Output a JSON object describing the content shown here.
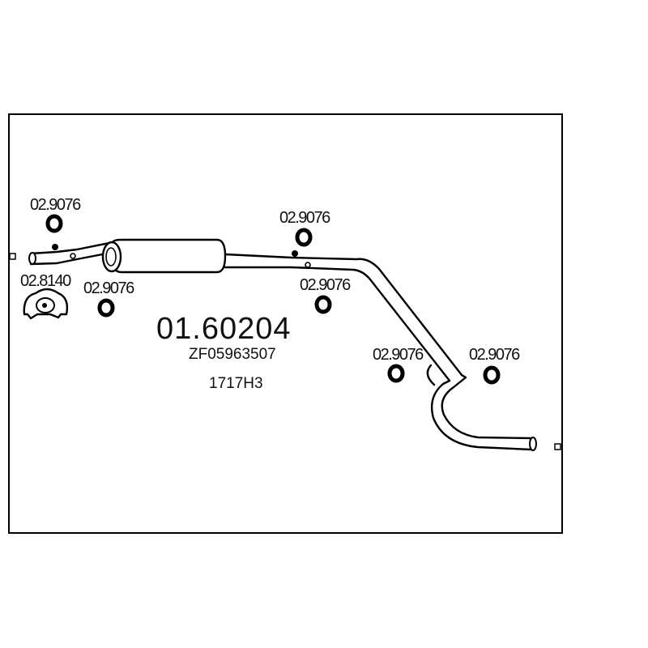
{
  "main_part_number": "01.60204",
  "oem_number": "ZF05963507",
  "alt_number": "1717H3",
  "parts": [
    {
      "id": "hanger-1",
      "label": "02.9076"
    },
    {
      "id": "hanger-2",
      "label": "02.9076"
    },
    {
      "id": "hanger-3",
      "label": "02.9076"
    },
    {
      "id": "hanger-4",
      "label": "02.9076"
    },
    {
      "id": "hanger-5",
      "label": "02.9076"
    },
    {
      "id": "hanger-6",
      "label": "02.9076"
    },
    {
      "id": "mount-clamp",
      "label": "02.8140"
    }
  ]
}
